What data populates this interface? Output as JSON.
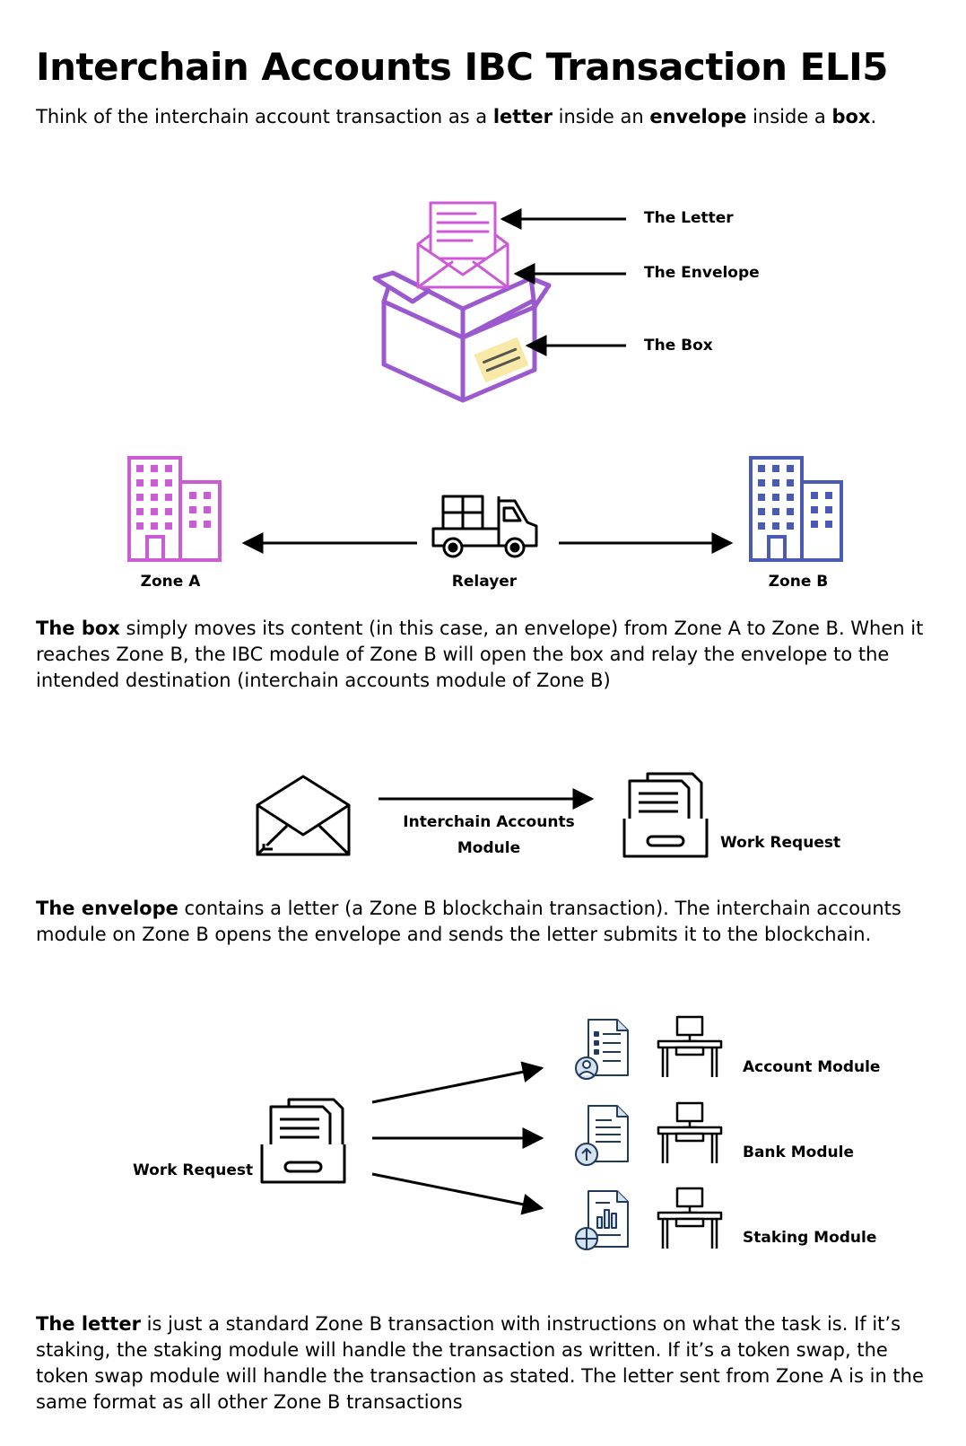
{
  "title": "Interchain Accounts IBC Transaction ELI5",
  "intro": {
    "pre": "Think of the interchain account transaction as a ",
    "b1": "letter",
    "mid1": " inside an ",
    "b2": "envelope",
    "mid2": " inside a ",
    "b3": "box",
    "post": "."
  },
  "box_labels": {
    "letter": "The Letter",
    "envelope": "The Envelope",
    "box": "The Box"
  },
  "relay": {
    "zone_a": "Zone A",
    "relayer": "Relayer",
    "zone_b": "Zone B"
  },
  "para_box": {
    "bold": "The box",
    "text": " simply moves its content (in this case, an envelope) from Zone A to Zone B. When it reaches Zone B, the IBC module of Zone B will open the box and relay the envelope to the intended destination (interchain accounts module of Zone B)"
  },
  "ica": {
    "line1": "Interchain Accounts",
    "line2": "Module",
    "work_request": "Work Request"
  },
  "para_envelope": {
    "bold": "The envelope",
    "text": " contains a letter (a Zone B blockchain transaction). The interchain accounts module on Zone B opens the envelope and sends the letter submits it to the blockchain."
  },
  "modules": {
    "work_request": "Work Request",
    "items": [
      "Account Module",
      "Bank Module",
      "Staking Module"
    ]
  },
  "para_letter": {
    "bold": "The letter",
    "text": " is just a standard Zone B transaction with instructions on what the task is. If it’s staking, the staking module will handle the transaction as written. If it’s a token swap, the token swap module will handle the transaction as stated. The letter sent from Zone A is in the same format as all other Zone B transactions"
  },
  "colors": {
    "purple": "#9B59D0",
    "pink": "#CC5BD6",
    "blue": "#4A5BB5",
    "note_yellow": "#F8E9A6",
    "navy": "#1F3A5F",
    "light_blue": "#D6E3EE"
  }
}
